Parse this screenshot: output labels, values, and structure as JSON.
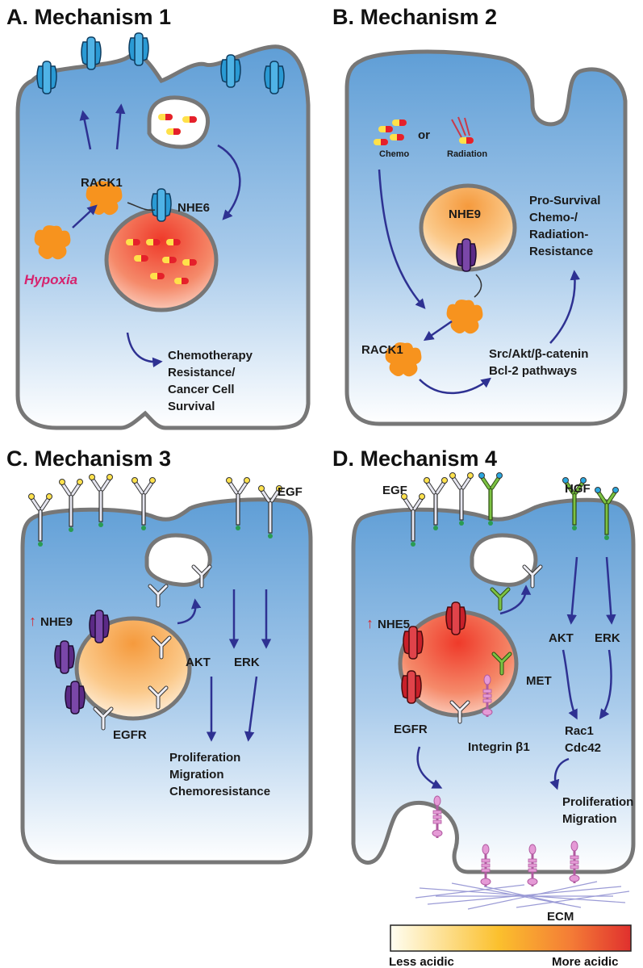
{
  "panels": {
    "a": {
      "title": "A. Mechanism 1",
      "rack1": "RACK1",
      "nhe": "NHE6",
      "hypoxia": "Hypoxia",
      "outcome": [
        "Chemotherapy",
        "Resistance/",
        "Cancer Cell",
        "Survival"
      ]
    },
    "b": {
      "title": "B. Mechanism 2",
      "chemo": "Chemo",
      "or": "or",
      "radiation": "Radiation",
      "nhe": "NHE9",
      "rack1": "RACK1",
      "prosurvival": [
        "Pro-Survival",
        "Chemo-/",
        "Radiation-",
        "Resistance"
      ],
      "pathways": [
        "Src/Akt/β-catenin",
        "Bcl-2 pathways"
      ]
    },
    "c": {
      "title": "C. Mechanism 3",
      "egf": "EGF",
      "nhe": "NHE9",
      "up_arrow": "↑",
      "akt": "AKT",
      "erk": "ERK",
      "egfr": "EGFR",
      "outcome": [
        "Proliferation",
        "Migration",
        "Chemoresistance"
      ]
    },
    "d": {
      "title": "D. Mechanism 4",
      "egf": "EGF",
      "hgf": "HGF",
      "nhe": "NHE5",
      "up_arrow": "↑",
      "akt": "AKT",
      "erk": "ERK",
      "met": "MET",
      "egfr": "EGFR",
      "integrin": "Integrin β1",
      "rac": [
        "Rac1",
        "Cdc42"
      ],
      "outcome": [
        "Proliferation",
        "Migration"
      ],
      "ecm": "ECM"
    }
  },
  "legend": {
    "less": "Less acidic",
    "more": "More acidic"
  },
  "colors": {
    "cell_top": "#5b9bd5",
    "cell_bottom": "#ffffff",
    "membrane": "#7a7a7a",
    "arrow": "#2e3192",
    "rack1": "#f7931e",
    "nhe6": "#1f8fc6",
    "nhe9": "#5b2a86",
    "nhe5": "#d7282f",
    "egfr": "#d9d9e6",
    "met": "#7cc242",
    "integrin": "#e59ad6",
    "egf_ligand": "#ffe24d",
    "hgf_ligand": "#2aa7df",
    "hypoxia": "#d6246e",
    "up_arrow": "#d7282f"
  }
}
